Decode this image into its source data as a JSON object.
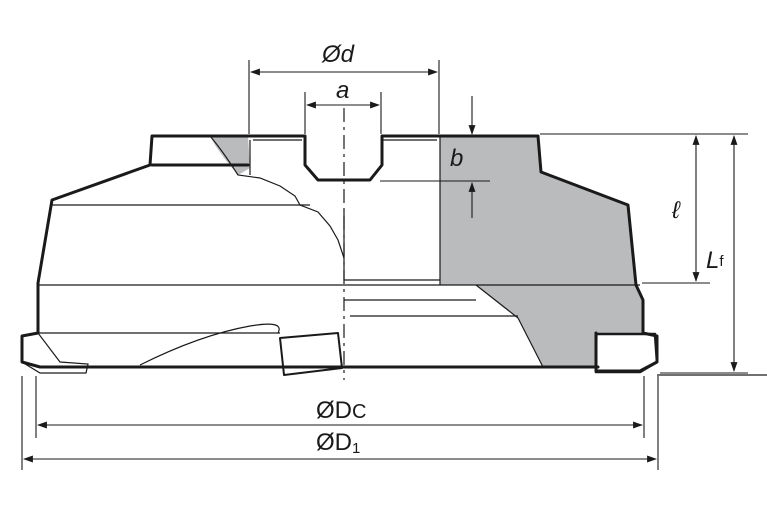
{
  "labels": {
    "bore_diameter": "Ød",
    "keyway_width": "a",
    "keyway_depth": "b",
    "bore_length": "ℓ",
    "total_length_main": "L",
    "total_length_sub": "f",
    "cutting_diameter_main": "ØD",
    "cutting_diameter_sub": "C",
    "body_diameter_main": "ØD",
    "body_diameter_sub": "1"
  },
  "colors": {
    "line": "#1a1a1a",
    "section_fill": "#b9bbbd",
    "background": "#ffffff"
  }
}
